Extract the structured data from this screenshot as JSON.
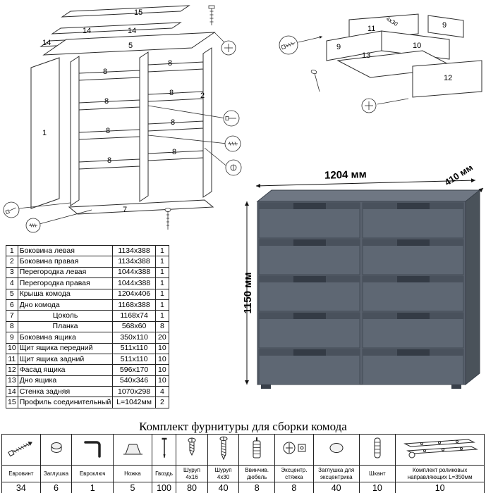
{
  "diagrams": {
    "carcass_labels": [
      "15",
      "14",
      "14",
      "14",
      "5",
      "8",
      "8",
      "8",
      "8",
      "8",
      "8",
      "8",
      "8",
      "2",
      "1",
      "7"
    ],
    "drawer_labels": [
      "11",
      "9",
      "9",
      "13",
      "10",
      "12"
    ],
    "drawer_note": "4x30"
  },
  "product": {
    "width_label": "1204 мм",
    "depth_label": "410 мм",
    "height_label": "1150 мм",
    "body_color": "#59616d",
    "top_color": "#6f7783",
    "side_color": "#4a525a"
  },
  "parts_table": {
    "rows": [
      {
        "num": "1",
        "name": "Боковина левая",
        "size": "1134x388",
        "qty": "1"
      },
      {
        "num": "2",
        "name": "Боковина правая",
        "size": "1134x388",
        "qty": "1"
      },
      {
        "num": "3",
        "name": "Перегородка левая",
        "size": "1044x388",
        "qty": "1"
      },
      {
        "num": "4",
        "name": "Перегородка правая",
        "size": "1044x388",
        "qty": "1"
      },
      {
        "num": "5",
        "name": "Крыша комода",
        "size": "1204x406",
        "qty": "1"
      },
      {
        "num": "6",
        "name": "Дно комода",
        "size": "1168x388",
        "qty": "1"
      },
      {
        "num": "7",
        "name": "Цоколь",
        "size": "1168x74",
        "qty": "1"
      },
      {
        "num": "8",
        "name": "Планка",
        "size": "568x60",
        "qty": "8"
      },
      {
        "num": "9",
        "name": "Боковина ящика",
        "size": "350x110",
        "qty": "20"
      },
      {
        "num": "10",
        "name": "Щит ящика передний",
        "size": "511x110",
        "qty": "10"
      },
      {
        "num": "11",
        "name": "Щит ящика задний",
        "size": "511x110",
        "qty": "10"
      },
      {
        "num": "12",
        "name": "Фасад ящика",
        "size": "596x170",
        "qty": "10"
      },
      {
        "num": "13",
        "name": "Дно ящика",
        "size": "540x346",
        "qty": "10"
      },
      {
        "num": "14",
        "name": "Стенка задняя",
        "size": "1070x298",
        "qty": "4"
      },
      {
        "num": "15",
        "name": "Профиль соединительный",
        "size": "L=1042мм",
        "qty": "2"
      }
    ]
  },
  "hardware": {
    "title": "Комплект фурнитуры для сборки комода",
    "items": [
      {
        "name": "Евровинт",
        "qty": "34"
      },
      {
        "name": "Заглушка",
        "qty": "6"
      },
      {
        "name": "Евроключ",
        "qty": "1"
      },
      {
        "name": "Ножка",
        "qty": "5"
      },
      {
        "name": "Гвоздь",
        "qty": "100"
      },
      {
        "name": "Шуруп 4x16",
        "qty": "80"
      },
      {
        "name": "Шуруп 4x30",
        "qty": "40"
      },
      {
        "name": "Ввинчив. дюбель",
        "qty": "8"
      },
      {
        "name": "Эксцентр. стяжка",
        "qty": "8"
      },
      {
        "name": "Заглушка для эксцентрика",
        "qty": "40"
      },
      {
        "name": "Шкант",
        "qty": "10"
      },
      {
        "name": "Комплект роликовых направляющих L=350мм",
        "qty": "10"
      }
    ]
  }
}
